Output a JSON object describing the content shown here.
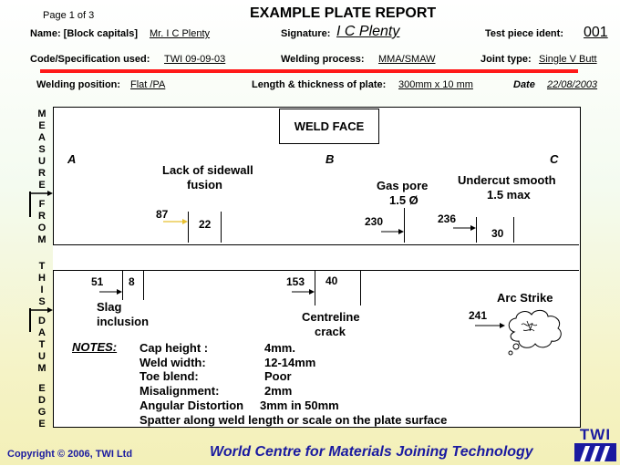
{
  "header": {
    "page_label": "Page 1 of 3",
    "title": "EXAMPLE  PLATE REPORT",
    "name_label": "Name: [Block capitals]",
    "name_value": "Mr.  I C Plenty",
    "signature_label": "Signature:",
    "signature_value": "I C Plenty",
    "test_piece_label": "Test piece ident",
    "test_piece_value": "001",
    "code_label": "Code/Specification used:",
    "code_value": "TWI 09-09-03",
    "process_label": "Welding process:",
    "process_value": "MMA/SMAW",
    "joint_label": "Joint type:",
    "joint_value": "Single V Butt",
    "position_label": "Welding position:",
    "position_value": "Flat /PA",
    "length_label": "Length & thickness of plate:",
    "length_value": "300mm  x 10 mm",
    "date_label": "Date",
    "date_value": "22/08/2003"
  },
  "left_margin": {
    "word1": "MEASURE",
    "word2": "FROM",
    "word3": "THIS",
    "word4": "DATUM",
    "word5": "EDGE"
  },
  "plate": {
    "weld_face": "WELD FACE",
    "pos_a": "A",
    "pos_b": "B",
    "pos_c": "C",
    "lack_fusion_l1": "Lack of sidewall",
    "lack_fusion_l2": "fusion",
    "lack_fusion_start": "87",
    "lack_fusion_len": "22",
    "gas_pore_l1": "Gas pore",
    "gas_pore_l2": "1.5 Ø",
    "gas_pore_pos": "230",
    "undercut_l1": "Undercut smooth",
    "undercut_l2": "1.5 max",
    "undercut_start": "236",
    "undercut_len": "30",
    "slag_start": "51",
    "slag_len": "8",
    "slag_l1": "Slag",
    "slag_l2": "inclusion",
    "crack_start": "153",
    "crack_len": "40",
    "crack_l1": "Centreline",
    "crack_l2": "crack",
    "arc_strike_label": "Arc Strike",
    "arc_strike_pos": "241"
  },
  "notes": {
    "heading": "NOTES:",
    "items": [
      {
        "label": "Cap height :",
        "value": "4mm."
      },
      {
        "label": "Weld width:",
        "value": "12-14mm"
      },
      {
        "label": "Toe blend:",
        "value": "Poor"
      },
      {
        "label": "Misalignment:",
        "value": "2mm"
      }
    ],
    "distortion_label": "Angular Distortion",
    "distortion_value": "3mm in 50mm",
    "spatter": "Spatter along weld length or scale on the plate surface"
  },
  "footer": {
    "copyright": "Copyright © 2006, TWI Ltd",
    "tagline": "World Centre for Materials Joining Technology",
    "logo_text": "TWI"
  },
  "colors": {
    "red_rule": "#ff1a1a",
    "footer_blue": "#1a1aa0",
    "yellow_arrow": "#e8c030"
  }
}
